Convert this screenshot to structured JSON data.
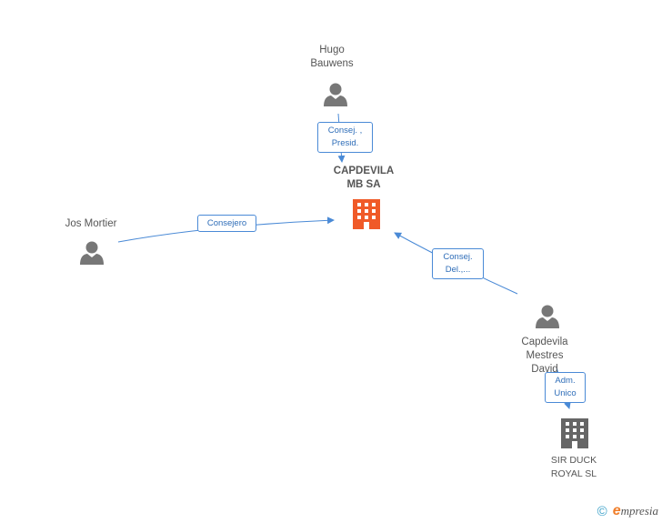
{
  "nodes": {
    "company": {
      "label": "CAPDEVILA\nMB SA",
      "icon": "building-icon",
      "color": "#f05a28"
    },
    "hugo": {
      "label": "Hugo\nBauwens",
      "icon": "person-icon"
    },
    "jos": {
      "label": "Jos Mortier",
      "icon": "person-icon"
    },
    "david": {
      "label": "Capdevila\nMestres\nDavid",
      "icon": "person-icon"
    },
    "sirduck": {
      "label": "SIR DUCK\nROYAL  SL",
      "icon": "building-icon",
      "color": "#666666"
    }
  },
  "edges": {
    "hugo_company": "Consej. ,\nPresid.",
    "jos_company": "Consejero",
    "david_company": "Consej.\nDel.,...",
    "david_sirduck": "Adm.\nUnico"
  },
  "colors": {
    "edge": "#4a8ad6",
    "person": "#777777"
  },
  "brand": {
    "copyright_symbol": "©",
    "initial": "e",
    "name": "mpresia"
  }
}
